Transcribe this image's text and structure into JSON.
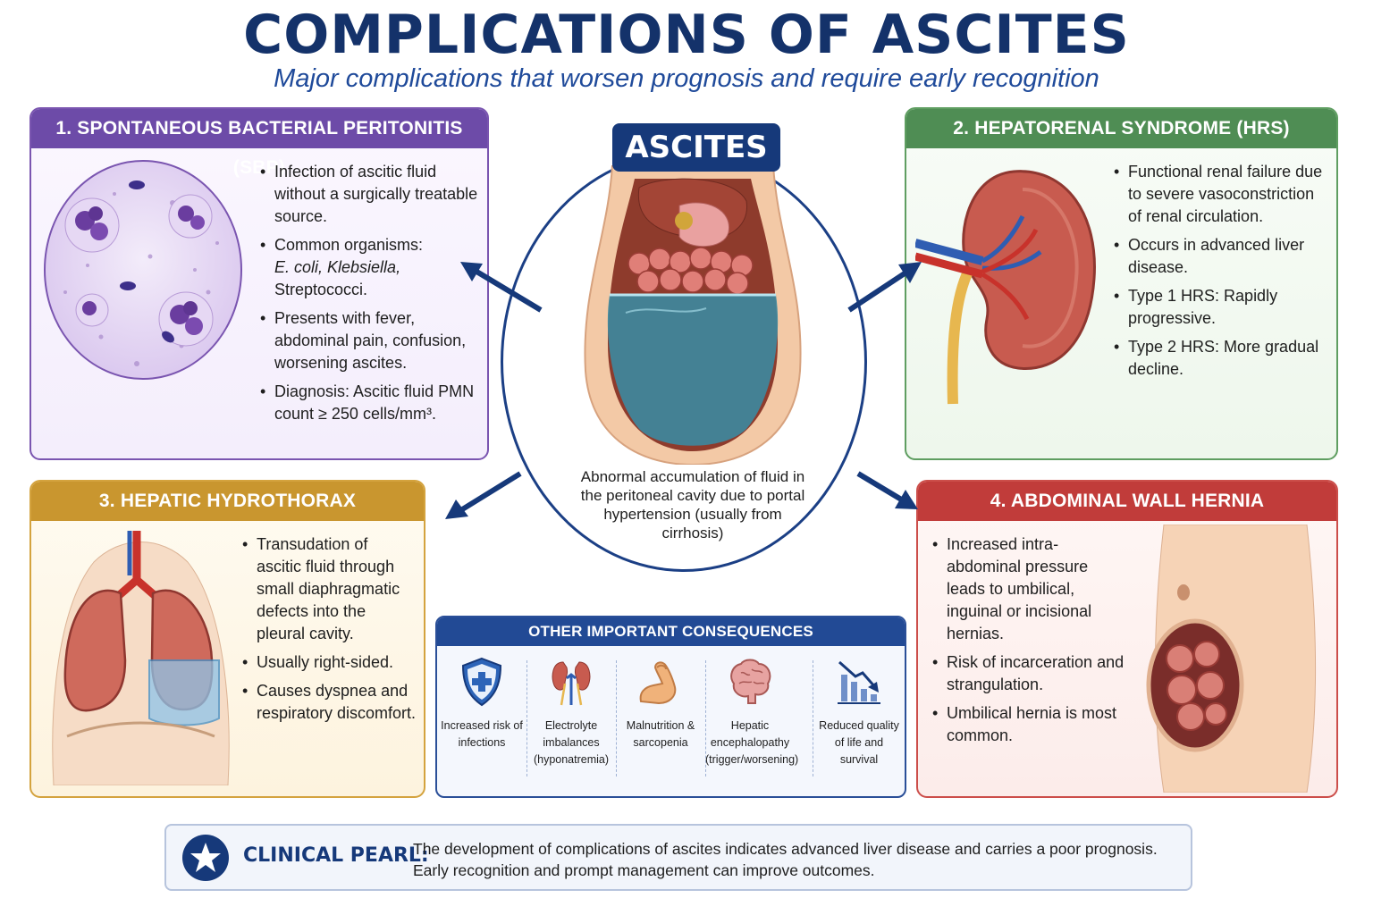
{
  "header": {
    "title": "COMPLICATIONS OF ASCITES",
    "subtitle": "Major complications that worsen prognosis and require early recognition"
  },
  "center": {
    "badge": "ASCITES",
    "description": "Abnormal accumulation of fluid in the peritoneal cavity due to portal hypertension (usually from cirrhosis)"
  },
  "panels": {
    "sbp": {
      "title": "1. SPONTANEOUS BACTERIAL PERITONITIS (SBP)",
      "bullets": [
        "Infection of ascitic fluid without a surgically treatable source.",
        "Common organisms:",
        "E. coli, Klebsiella,",
        "Streptococci.",
        "Presents with fever, abdominal pain, confusion, worsening ascites.",
        "Diagnosis: Ascitic fluid PMN count ≥ 250 cells/mm³."
      ]
    },
    "hrs": {
      "title": "2. HEPATORENAL SYNDROME (HRS)",
      "bullets": [
        "Functional renal failure due to severe vasoconstriction of renal circulation.",
        "Occurs in advanced liver disease.",
        "Type 1 HRS: Rapidly progressive.",
        "Type 2 HRS: More gradual decline."
      ]
    },
    "hydrothorax": {
      "title": "3. HEPATIC HYDROTHORAX",
      "bullets": [
        "Transudation of ascitic fluid through small diaphragmatic defects into the pleural cavity.",
        "Usually right-sided.",
        "Causes dyspnea and respiratory discomfort."
      ]
    },
    "hernia": {
      "title": "4. ABDOMINAL WALL HERNIA",
      "bullets": [
        "Increased intra-abdominal pressure leads to umbilical, inguinal or incisional hernias.",
        "Risk of incarceration and strangulation.",
        "Umbilical hernia is most common."
      ]
    }
  },
  "other_consequences": {
    "title": "OTHER IMPORTANT CONSEQUENCES",
    "items": [
      {
        "label": "Increased risk of infections",
        "icon": "shield-cross-icon"
      },
      {
        "label": "Electrolyte imbalances (hyponatremia)",
        "icon": "kidneys-icon"
      },
      {
        "label": "Malnutrition & sarcopenia",
        "icon": "flexed-arm-icon"
      },
      {
        "label": "Hepatic encephalopathy (trigger/worsening)",
        "icon": "brain-icon"
      },
      {
        "label": "Reduced quality of life and survival",
        "icon": "declining-chart-icon"
      }
    ]
  },
  "pearl": {
    "label": "CLINICAL PEARL:",
    "text": "The development of complications of ascites indicates advanced liver disease and carries a poor prognosis. Early recognition and prompt management can improve outcomes."
  },
  "colors": {
    "navy": "#16397a",
    "sbp": "#6d4ba8",
    "hrs": "#4f8d54",
    "hydrothorax": "#c9962f",
    "hernia": "#c13c3a"
  }
}
